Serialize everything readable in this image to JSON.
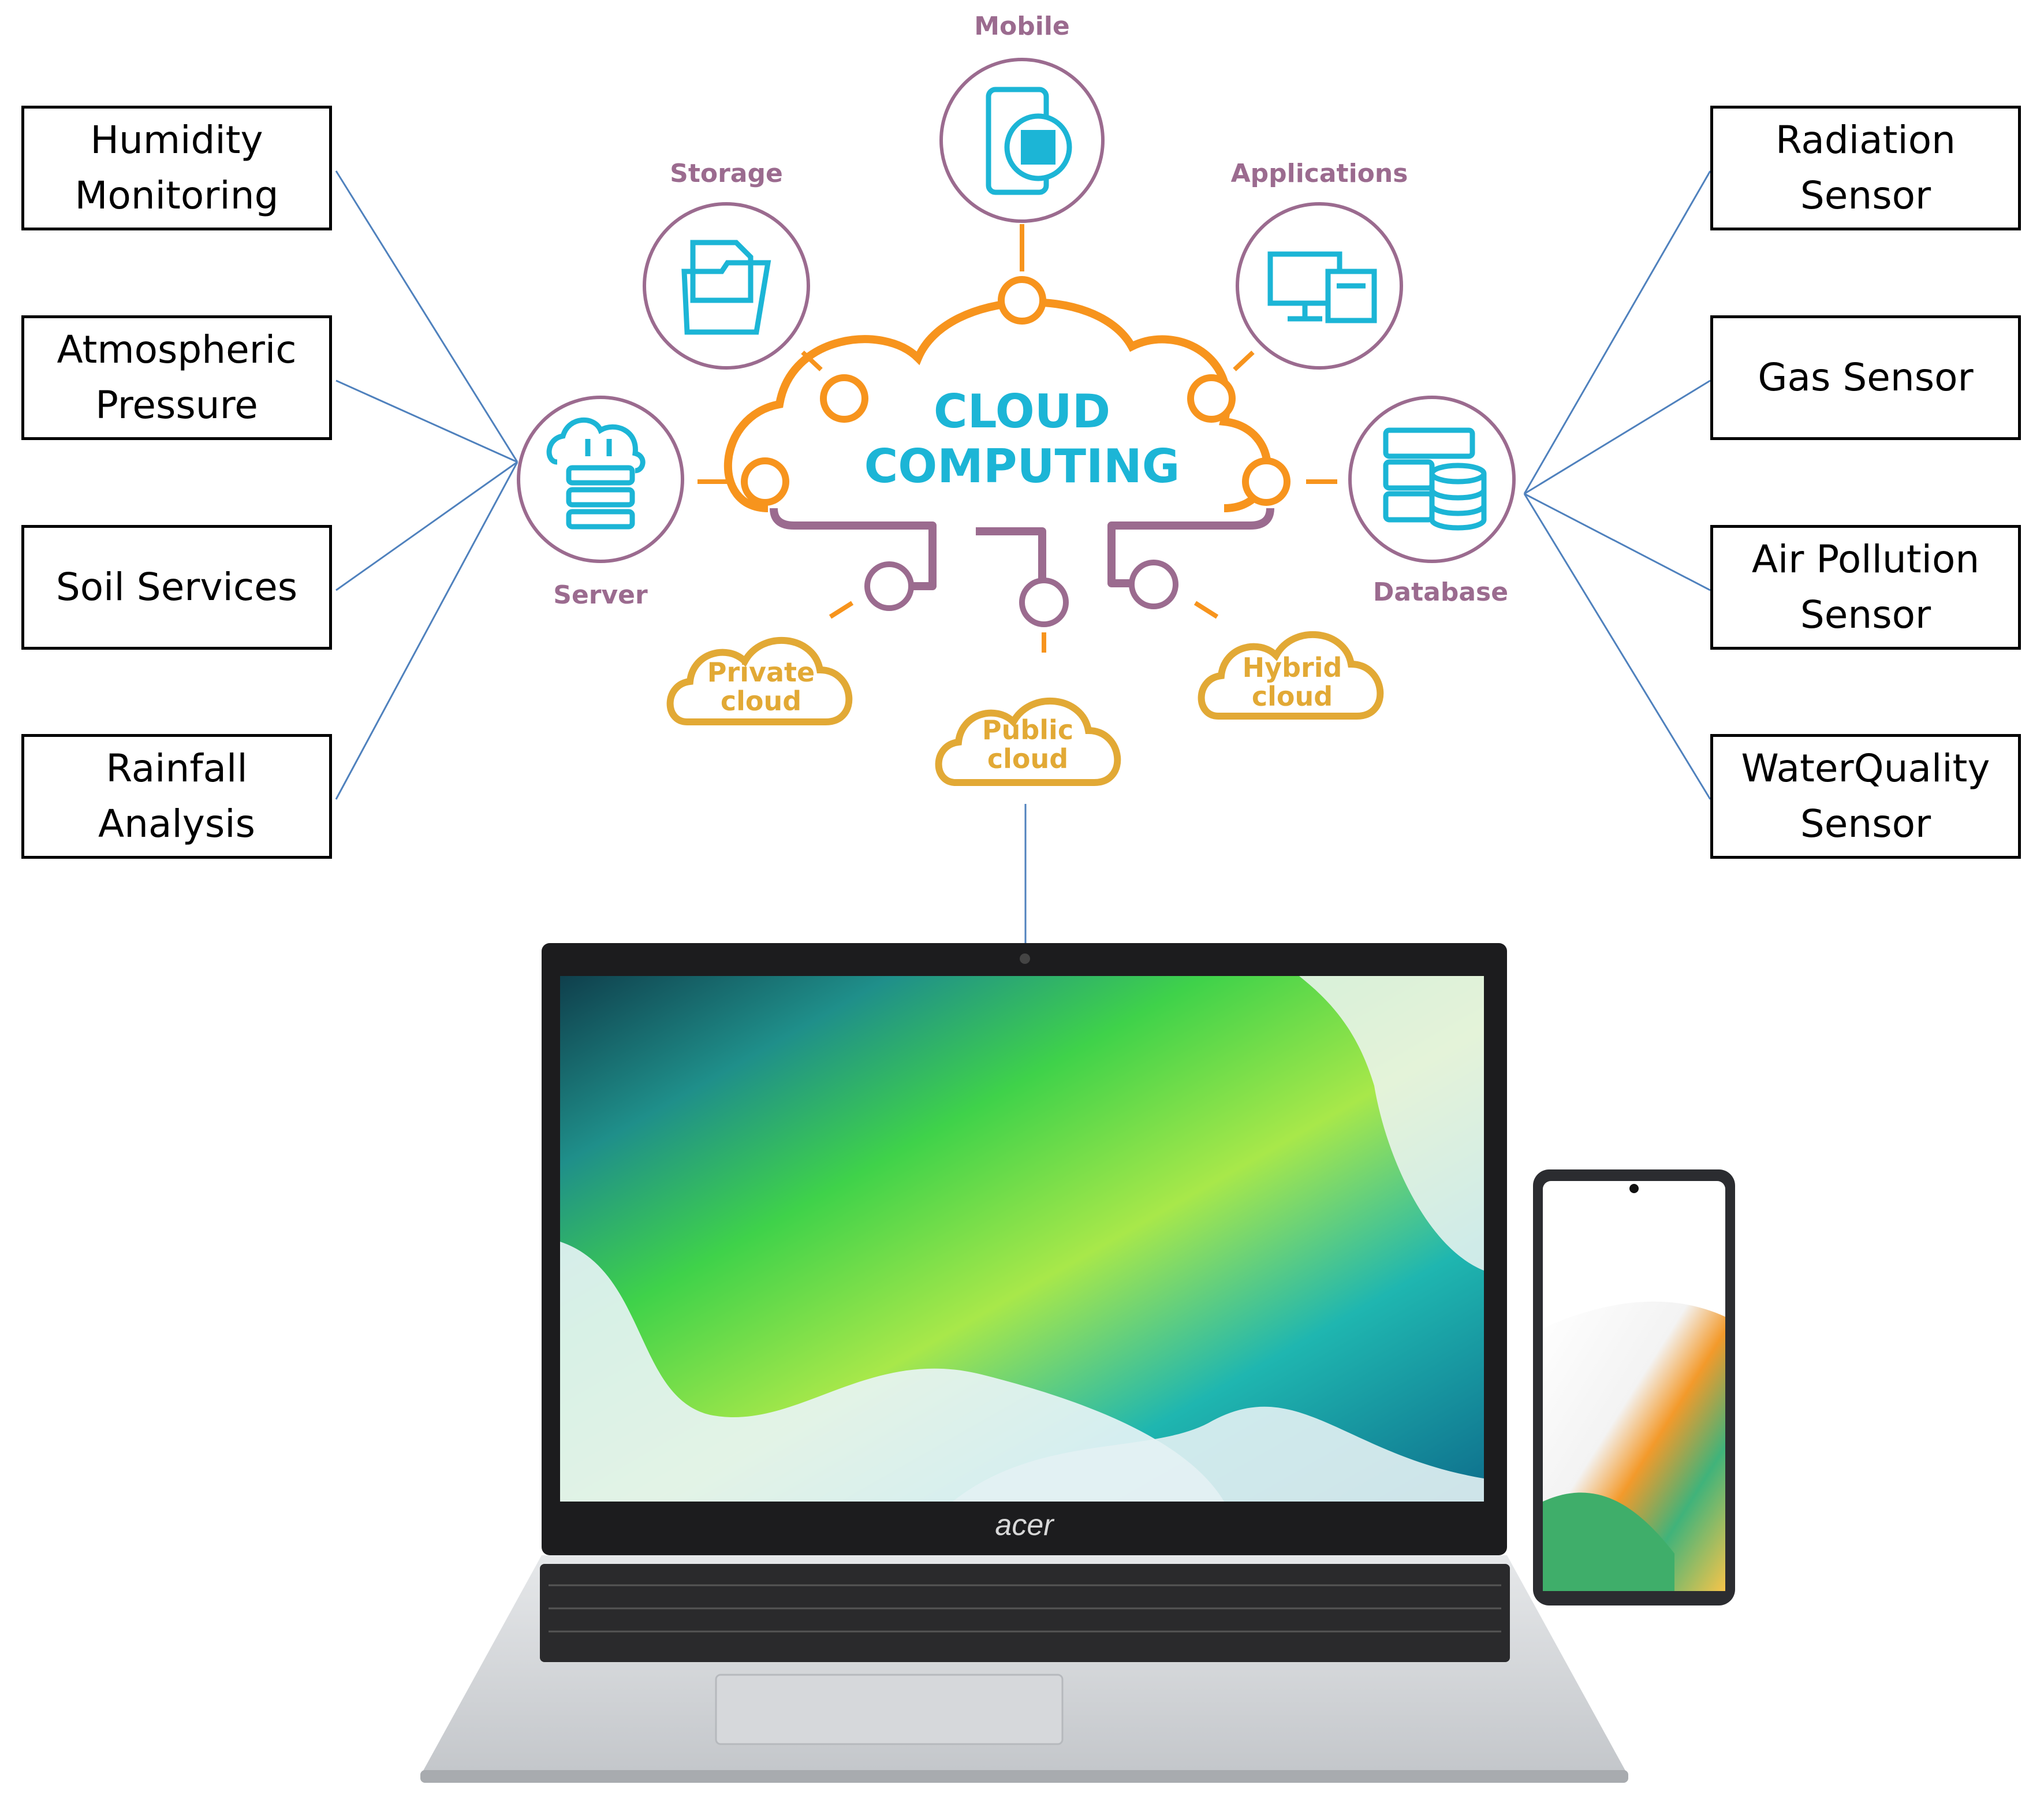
{
  "left_boxes": [
    {
      "label": "Humidity\nMonitoring"
    },
    {
      "label": "Atmospheric\nPressure"
    },
    {
      "label": "Soil Services"
    },
    {
      "label": "Rainfall\nAnalysis"
    }
  ],
  "right_boxes": [
    {
      "label": "Radiation\nSensor"
    },
    {
      "label": "Gas Sensor"
    },
    {
      "label": "Air Pollution\nSensor"
    },
    {
      "label": "WaterQuality\nSensor"
    }
  ],
  "cloud": {
    "title_line1": "CLOUD",
    "title_line2": "COMPUTING",
    "services": {
      "mobile": "Mobile",
      "storage": "Storage",
      "applications": "Applications",
      "server": "Server",
      "database": "Database"
    },
    "deployments": {
      "private_line1": "Private",
      "private_line2": "cloud",
      "public_line1": "Public",
      "public_line2": "cloud",
      "hybrid_line1": "Hybrid",
      "hybrid_line2": "cloud"
    }
  },
  "devices": {
    "laptop_brand": "acer"
  },
  "colors": {
    "connector_lines": "#4f81bd",
    "cloud_outline": "#f7941d",
    "cloud_title": "#1cb5d6",
    "service_ring": "#9b6b8f",
    "service_label": "#9b6b8f",
    "icon": "#1cb5d6",
    "deployment": "#e2a935",
    "network_lines": "#9b6b8f"
  }
}
